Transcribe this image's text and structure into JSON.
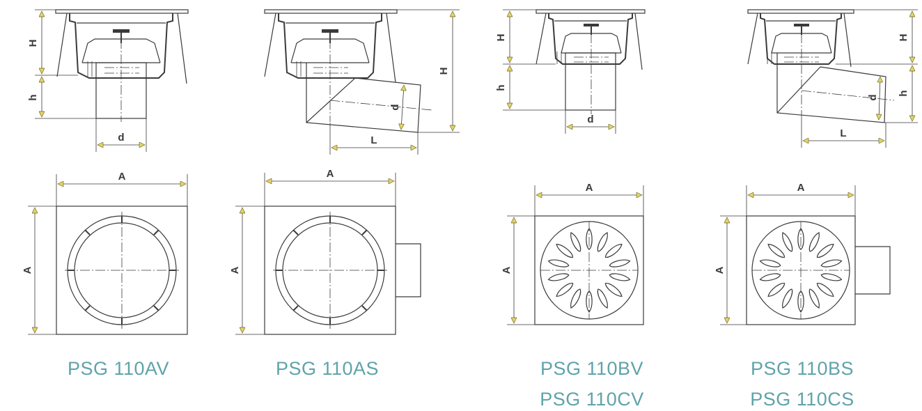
{
  "colors": {
    "line": "#3a3a3a",
    "arrow_fill": "#e2d566",
    "arrow_stroke": "#6b6224",
    "caption": "#5fa3aa"
  },
  "dimensions": {
    "H": "H",
    "h": "h",
    "d": "d",
    "L": "L",
    "A": "A"
  },
  "products": [
    {
      "captions": [
        "PSG 110AV"
      ]
    },
    {
      "captions": [
        "PSG 110AS"
      ]
    },
    {
      "captions": [
        "PSG 110BV",
        "PSG 110CV"
      ]
    },
    {
      "captions": [
        "PSG 110BS",
        "PSG 110CS"
      ]
    }
  ]
}
